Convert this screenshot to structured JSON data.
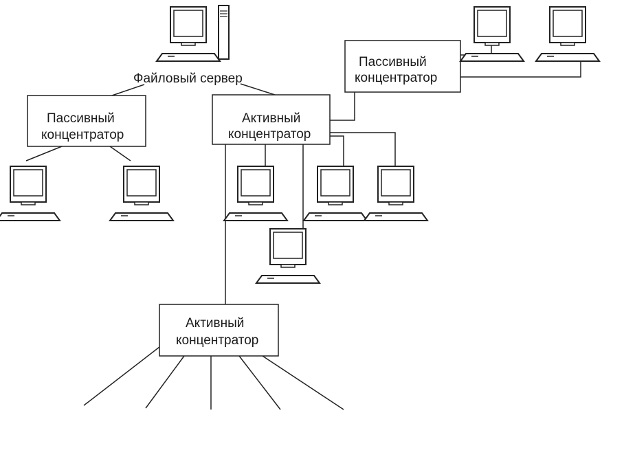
{
  "server": {
    "label": "Файловый сервер",
    "icon": "file-server-icon"
  },
  "hubs": {
    "passive_left": {
      "line1": "Пассивный",
      "line2": "концентратор"
    },
    "active_center": {
      "line1": "Активный",
      "line2": "концентратор"
    },
    "passive_right": {
      "line1": "Пассивный",
      "line2": "концентратор"
    },
    "active_bottom": {
      "line1": "Активный",
      "line2": "концентратор"
    }
  },
  "icons": {
    "computer": "computer-icon",
    "tower": "server-tower-icon"
  }
}
